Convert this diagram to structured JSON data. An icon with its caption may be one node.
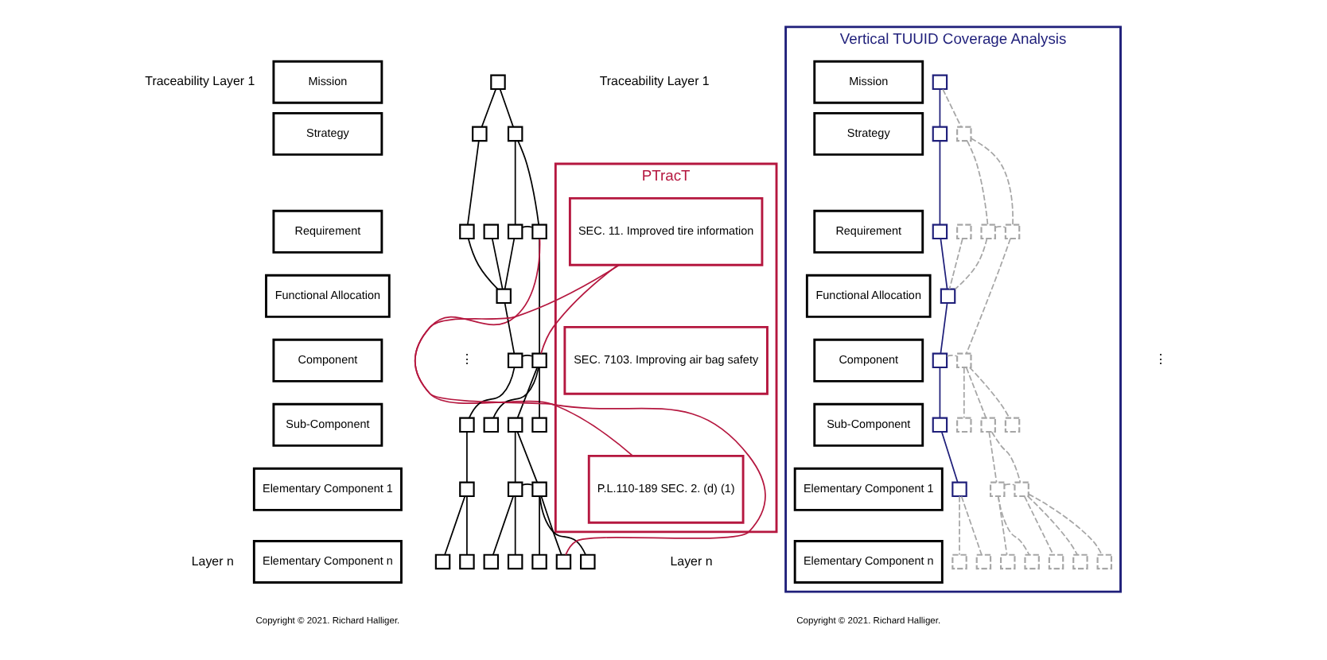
{
  "diagram": {
    "nodes": [
      {
        "text": [
          "Mission"
        ]
      },
      {
        "text": [
          "Strategy"
        ]
      },
      {
        "text": [
          "Requirement"
        ]
      },
      {
        "text": [
          "Functional Allocation"
        ]
      },
      {
        "text": [
          "Component"
        ]
      },
      {
        "text": [
          "Sub-Component"
        ]
      },
      {
        "text": [
          "Elementary Component 1"
        ]
      },
      {
        "text": [
          "Elementary Component n"
        ]
      },
      {
        "text": [],
        "shape": "box"
      },
      {
        "text": [],
        "shape": "box"
      },
      {
        "text": [],
        "shape": "box"
      },
      {
        "text": [],
        "shape": "box"
      },
      {
        "text": [],
        "shape": "box"
      },
      {
        "text": [],
        "shape": "box"
      },
      {
        "text": [],
        "shape": "box"
      },
      {
        "text": [],
        "shape": "box"
      },
      {
        "text": [],
        "shape": "box"
      },
      {
        "text": [],
        "shape": "box"
      },
      {
        "text": [],
        "shape": "box"
      },
      {
        "text": [],
        "shape": "box"
      },
      {
        "text": [],
        "shape": "box"
      },
      {
        "text": [],
        "shape": "box"
      },
      {
        "text": [],
        "shape": "box"
      },
      {
        "text": [],
        "shape": "box"
      },
      {
        "text": [],
        "shape": "box"
      },
      {
        "text": [],
        "shape": "box"
      },
      {
        "text": [],
        "shape": "box"
      },
      {
        "text": [],
        "shape": "box"
      },
      {
        "text": [],
        "shape": "box"
      },
      {
        "text": [],
        "shape": "box"
      },
      {
        "text": [],
        "shape": "box"
      },
      {
        "text": [],
        "shape": "box"
      },
      {
        "text": [
          "PTracT"
        ]
      },
      {
        "text": [
          "SEC. 11. Improved tire information"
        ],
        "in": 32
      },
      {
        "text": [
          "SEC. 7103. Improving air bag safety"
        ],
        "in": 32
      },
      {
        "text": [
          "P.L.110-189 SEC. 2. (d) (1)"
        ],
        "in": 32
      },
      {
        "text": [
          "Vertical TUUID Coverage Analysis"
        ]
      },
      {
        "text": [
          "Mission"
        ],
        "in": 36
      },
      {
        "text": [
          "Strategy"
        ],
        "in": 36
      },
      {
        "text": [
          "Requirement"
        ],
        "in": 36
      },
      {
        "text": [
          "Functional Allocation"
        ],
        "in": 36
      },
      {
        "text": [
          "Component"
        ],
        "in": 36
      },
      {
        "text": [
          "Sub-Component"
        ],
        "in": 36
      },
      {
        "text": [
          "Elementary Component 1"
        ],
        "in": 36
      },
      {
        "text": [
          "Elementary Component n"
        ],
        "in": 36
      },
      {
        "text": [],
        "shape": "box",
        "in": 36
      },
      {
        "text": [],
        "shape": "box",
        "in": 36
      },
      {
        "text": [],
        "shape": "box",
        "in": 36
      },
      {
        "text": [],
        "shape": "box",
        "in": 36
      },
      {
        "text": [],
        "shape": "box",
        "in": 36
      },
      {
        "text": [],
        "shape": "box",
        "in": 36
      },
      {
        "text": [],
        "shape": "box",
        "in": 36
      },
      {
        "text": [],
        "shape": "box",
        "in": 36
      },
      {
        "text": [],
        "shape": "box",
        "in": 36
      },
      {
        "text": [],
        "shape": "box",
        "in": 36
      },
      {
        "text": [],
        "shape": "box",
        "in": 36
      },
      {
        "text": [],
        "shape": "box",
        "in": 36
      },
      {
        "text": [],
        "shape": "box",
        "in": 36
      },
      {
        "text": [],
        "shape": "box",
        "in": 36
      },
      {
        "text": [],
        "shape": "box",
        "in": 36
      },
      {
        "text": [],
        "shape": "box",
        "in": 36
      },
      {
        "text": [],
        "shape": "box",
        "in": 36
      },
      {
        "text": [],
        "shape": "box",
        "in": 36
      },
      {
        "text": [],
        "shape": "box",
        "in": 36
      },
      {
        "text": [],
        "shape": "box",
        "in": 36
      },
      {
        "text": [],
        "shape": "box",
        "in": 36
      },
      {
        "text": [],
        "shape": "box",
        "in": 36
      },
      {
        "text": [],
        "shape": "box",
        "in": 36
      },
      {
        "text": [],
        "shape": "box",
        "in": 36
      }
    ],
    "edges": [
      {
        "from": 8,
        "to": 9,
        "arrow": "none"
      },
      {
        "from": 8,
        "to": 10,
        "arrow": "none"
      },
      {
        "from": 9,
        "to": 11,
        "arrow": "none"
      },
      {
        "from": 10,
        "to": 13,
        "arrow": "none"
      },
      {
        "from": 10,
        "to": 14,
        "arrow": "none"
      },
      {
        "from": 13,
        "to": 14,
        "arrow": "none"
      },
      {
        "from": 11,
        "to": 15,
        "arrow": "none"
      },
      {
        "from": 12,
        "to": 15,
        "arrow": "none"
      },
      {
        "from": 13,
        "to": 15,
        "arrow": "none"
      },
      {
        "from": 14,
        "to": 17,
        "arrow": "none"
      },
      {
        "from": 15,
        "to": 16,
        "arrow": "none"
      },
      {
        "from": 16,
        "to": 17,
        "arrow": "none"
      },
      {
        "from": 16,
        "to": 18,
        "arrow": "none"
      },
      {
        "from": 17,
        "to": 19,
        "arrow": "none"
      },
      {
        "from": 17,
        "to": 20,
        "arrow": "none"
      },
      {
        "from": 17,
        "to": 21,
        "arrow": "none"
      },
      {
        "from": 18,
        "to": 22,
        "arrow": "none"
      },
      {
        "from": 20,
        "to": 23,
        "arrow": "none"
      },
      {
        "from": 20,
        "to": 24,
        "arrow": "none"
      },
      {
        "from": 23,
        "to": 24,
        "arrow": "none"
      },
      {
        "from": 22,
        "to": 25,
        "arrow": "none"
      },
      {
        "from": 22,
        "to": 26,
        "arrow": "none"
      },
      {
        "from": 23,
        "to": 27,
        "arrow": "none"
      },
      {
        "from": 23,
        "to": 28,
        "arrow": "none"
      },
      {
        "from": 24,
        "to": 29,
        "arrow": "none"
      },
      {
        "from": 24,
        "to": 30,
        "arrow": "none"
      },
      {
        "from": 24,
        "to": 31,
        "arrow": "none"
      },
      {
        "from": 14,
        "to": 35,
        "arrow": "none",
        "color": "#b5173f"
      },
      {
        "from": 17,
        "to": 33,
        "arrow": "none",
        "color": "#b5173f"
      },
      {
        "from": 30,
        "to": 33,
        "arrow": "none",
        "color": "#b5173f"
      },
      {
        "from": 45,
        "to": 46,
        "arrow": "none",
        "color": "#1f1f7a"
      },
      {
        "from": 45,
        "to": 47,
        "arrow": "none",
        "style": "dashed",
        "color": "#a6a6a6"
      },
      {
        "from": 46,
        "to": 48,
        "arrow": "none",
        "color": "#1f1f7a"
      },
      {
        "from": 47,
        "to": 50,
        "arrow": "none",
        "style": "dashed",
        "color": "#a6a6a6"
      },
      {
        "from": 47,
        "to": 51,
        "arrow": "none",
        "style": "dashed",
        "color": "#a6a6a6"
      },
      {
        "from": 50,
        "to": 51,
        "arrow": "none",
        "style": "dashed",
        "color": "#a6a6a6"
      },
      {
        "from": 48,
        "to": 52,
        "arrow": "none",
        "color": "#1f1f7a"
      },
      {
        "from": 49,
        "to": 52,
        "arrow": "none",
        "style": "dashed",
        "color": "#a6a6a6"
      },
      {
        "from": 50,
        "to": 52,
        "arrow": "none",
        "style": "dashed",
        "color": "#a6a6a6"
      },
      {
        "from": 51,
        "to": 54,
        "arrow": "none",
        "style": "dashed",
        "color": "#a6a6a6"
      },
      {
        "from": 52,
        "to": 53,
        "arrow": "none",
        "color": "#1f1f7a"
      },
      {
        "from": 53,
        "to": 54,
        "arrow": "none",
        "style": "dashed",
        "color": "#a6a6a6"
      },
      {
        "from": 53,
        "to": 55,
        "arrow": "none",
        "color": "#1f1f7a"
      },
      {
        "from": 54,
        "to": 56,
        "arrow": "none",
        "style": "dashed",
        "color": "#a6a6a6"
      },
      {
        "from": 54,
        "to": 57,
        "arrow": "none",
        "style": "dashed",
        "color": "#a6a6a6"
      },
      {
        "from": 54,
        "to": 58,
        "arrow": "none",
        "style": "dashed",
        "color": "#a6a6a6"
      },
      {
        "from": 55,
        "to": 59,
        "arrow": "none",
        "color": "#1f1f7a"
      },
      {
        "from": 57,
        "to": 60,
        "arrow": "none",
        "style": "dashed",
        "color": "#a6a6a6"
      },
      {
        "from": 57,
        "to": 61,
        "arrow": "none",
        "style": "dashed",
        "color": "#a6a6a6"
      },
      {
        "from": 60,
        "to": 61,
        "arrow": "none",
        "style": "dashed",
        "color": "#a6a6a6"
      },
      {
        "from": 59,
        "to": 62,
        "arrow": "none",
        "style": "dashed",
        "color": "#a6a6a6"
      },
      {
        "from": 59,
        "to": 63,
        "arrow": "none",
        "style": "dashed",
        "color": "#a6a6a6"
      },
      {
        "from": 60,
        "to": 64,
        "arrow": "none",
        "style": "dashed",
        "color": "#a6a6a6"
      },
      {
        "from": 60,
        "to": 65,
        "arrow": "none",
        "style": "dashed",
        "color": "#a6a6a6"
      },
      {
        "from": 61,
        "to": 66,
        "arrow": "none",
        "style": "dashed",
        "color": "#a6a6a6"
      },
      {
        "from": 61,
        "to": 67,
        "arrow": "none",
        "style": "dashed",
        "color": "#a6a6a6"
      },
      {
        "from": 61,
        "to": 68,
        "arrow": "none",
        "style": "dashed",
        "color": "#a6a6a6"
      }
    ],
    "labels": [
      "Traceability Layer 1",
      "⋮",
      "Layer n",
      "Traceability Layer 1",
      "⋮",
      "Layer n",
      "Copyright © 2021. Richard Halliger.",
      "Copyright © 2021. Richard Halliger."
    ]
  }
}
